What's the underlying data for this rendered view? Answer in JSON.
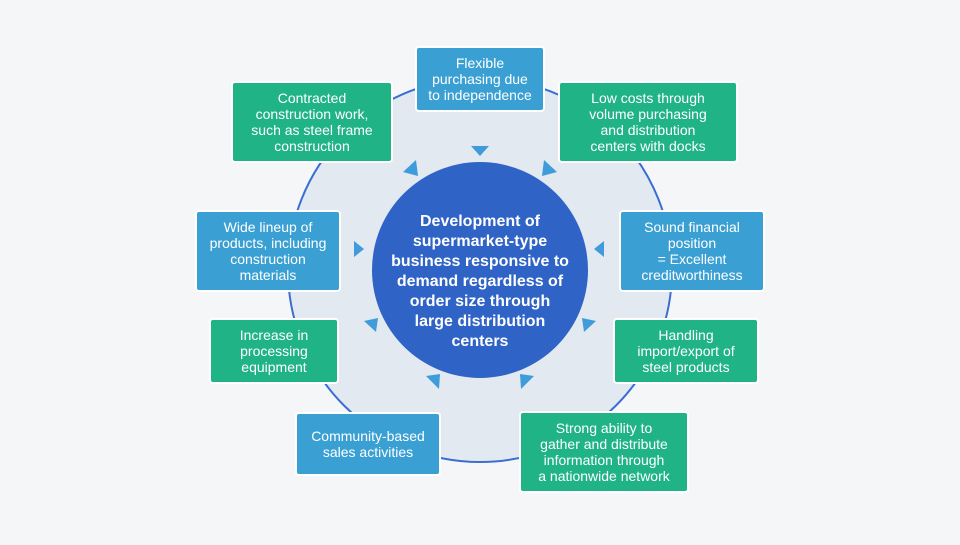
{
  "colors": {
    "background": "#f5f6f8",
    "ring_fill": "#e3e9f1",
    "ring_stroke": "#3b6ed1",
    "center_fill": "#2f63c6",
    "green_box": "#1fb386",
    "blue_box": "#3aa0d3",
    "arrow": "#3f9bd9"
  },
  "center": {
    "text": "Development of\nsupermarket-type\nbusiness responsive to\ndemand regardless of\norder size through\nlarge distribution\ncenters"
  },
  "nodes": {
    "flexible_purchasing": {
      "text": "Flexible\npurchasing due\nto independence",
      "color": "blue"
    },
    "low_costs": {
      "text": "Low costs through\nvolume purchasing\nand distribution\ncenters with docks",
      "color": "green"
    },
    "sound_financial": {
      "text": "Sound financial\nposition\n= Excellent\ncreditworthiness",
      "color": "blue"
    },
    "import_export": {
      "text": "Handling\nimport/export of\nsteel products",
      "color": "green"
    },
    "information_network": {
      "text": "Strong ability to\ngather and distribute\ninformation through\na nationwide network",
      "color": "green"
    },
    "community_sales": {
      "text": "Community-based\nsales activities",
      "color": "blue"
    },
    "processing_equipment": {
      "text": "Increase in\nprocessing\nequipment",
      "color": "green"
    },
    "wide_lineup": {
      "text": "Wide lineup of\nproducts, including\nconstruction\nmaterials",
      "color": "blue"
    },
    "contracted_construction": {
      "text": "Contracted\nconstruction work,\nsuch as steel frame\nconstruction",
      "color": "green"
    }
  }
}
